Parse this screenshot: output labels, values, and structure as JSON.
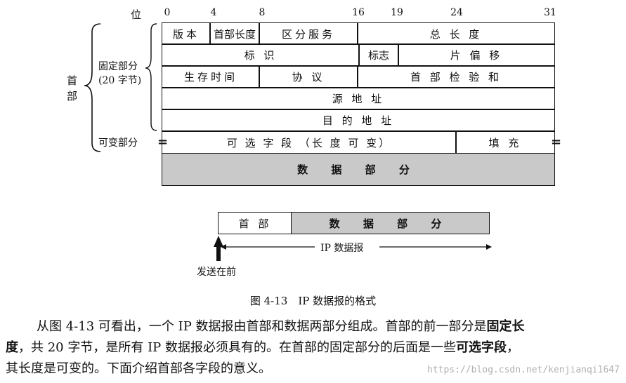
{
  "header": {
    "bit_label": "位",
    "bit_positions": [
      "0",
      "4",
      "8",
      "16",
      "19",
      "24",
      "31"
    ]
  },
  "left": {
    "header_label": "首\n部",
    "fixed_label": "固定部分\n(20 字节)",
    "variable_label": "可变部分"
  },
  "fields": {
    "version": "版本",
    "ihl": "首部长度",
    "tos": "区分服务",
    "total_length": "总 长 度",
    "identification": "标 识",
    "flags": "标志",
    "fragment_offset": "片 偏 移",
    "ttl": "生存时间",
    "protocol": "协 议",
    "checksum": "首 部 检 验 和",
    "src": "源 地 址",
    "dst": "目 的 地 址",
    "options": "可 选 字 段 （长 度 可 变）",
    "padding": "填 充",
    "data": "数 据 部 分"
  },
  "edge_marks": {
    "left": "=",
    "right": "="
  },
  "datagram": {
    "header": "首 部",
    "data": "数 据 部 分",
    "arrow_label": "IP 数据报",
    "send_label": "发送在前"
  },
  "caption": "图 4-13　IP 数据报的格式",
  "paragraph": {
    "line1_a": "从图 4-13 可看出，一个 IP 数据报由首部和数据两部分组成。首部的前一部分是",
    "line1_bold": "固定长",
    "line2_bold_a": "度",
    "line2_a": "，共 20 字节，是所有 IP 数据报必须具有的。在首部的固定部分的后面是一些",
    "line2_bold_b": "可选字段",
    "line2_b": "，",
    "line3": "其长度是可变的。下面介绍首部各字段的意义。"
  },
  "watermark": "https://blog.csdn.net/kenjianqi1647"
}
